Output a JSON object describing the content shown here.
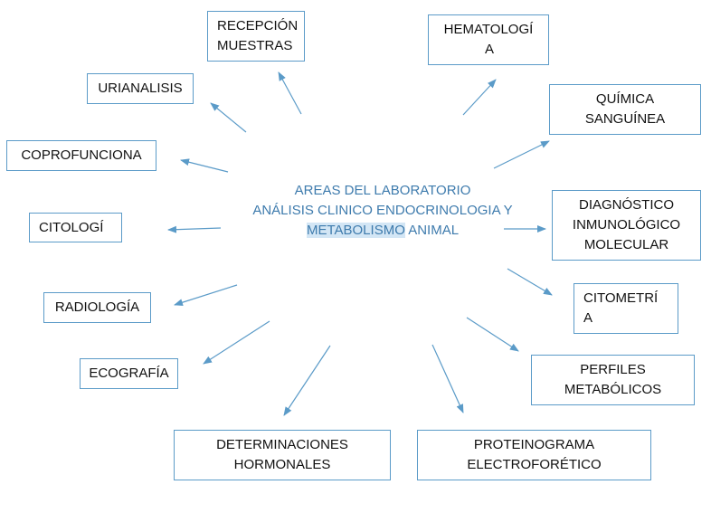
{
  "center": {
    "line1": "AREAS DEL LABORATORIO",
    "line2": "ANÁLISIS CLINICO ENDOCRINOLOGIA Y",
    "line3_highlight": "METABOLISMO",
    "line3_rest": " ANIMAL"
  },
  "nodes": {
    "recepcion": [
      "RECEPCIÓN",
      "MUESTRAS"
    ],
    "hematologia": [
      "HEMATOLOGÍ",
      "A"
    ],
    "urianalisis": [
      "URIANALISIS"
    ],
    "quimica": [
      "QUÍMICA",
      "SANGUÍNEA"
    ],
    "coprofunciona": [
      "COPROFUNCIONA"
    ],
    "diagnostico": [
      "DIAGNÓSTICO",
      "INMUNOLÓGICO",
      "MOLECULAR"
    ],
    "citologia": [
      "CITOLOGÍ"
    ],
    "citometria": [
      "CITOMETRÍ",
      "A"
    ],
    "radiologia": [
      "RADIOLOGÍA"
    ],
    "perfiles": [
      "PERFILES",
      "METABÓLICOS"
    ],
    "ecografia": [
      "ECOGRAFÍA"
    ],
    "determinaciones": [
      "DETERMINACIONES",
      "HORMONALES"
    ],
    "proteinograma": [
      "PROTEINOGRAMA",
      "ELECTROFORÉTICO"
    ]
  },
  "colors": {
    "arrow": "#5b9bc8",
    "box_border": "#5b9bc8",
    "center_text": "#3e7bad",
    "highlight": "#d3e6f5"
  }
}
